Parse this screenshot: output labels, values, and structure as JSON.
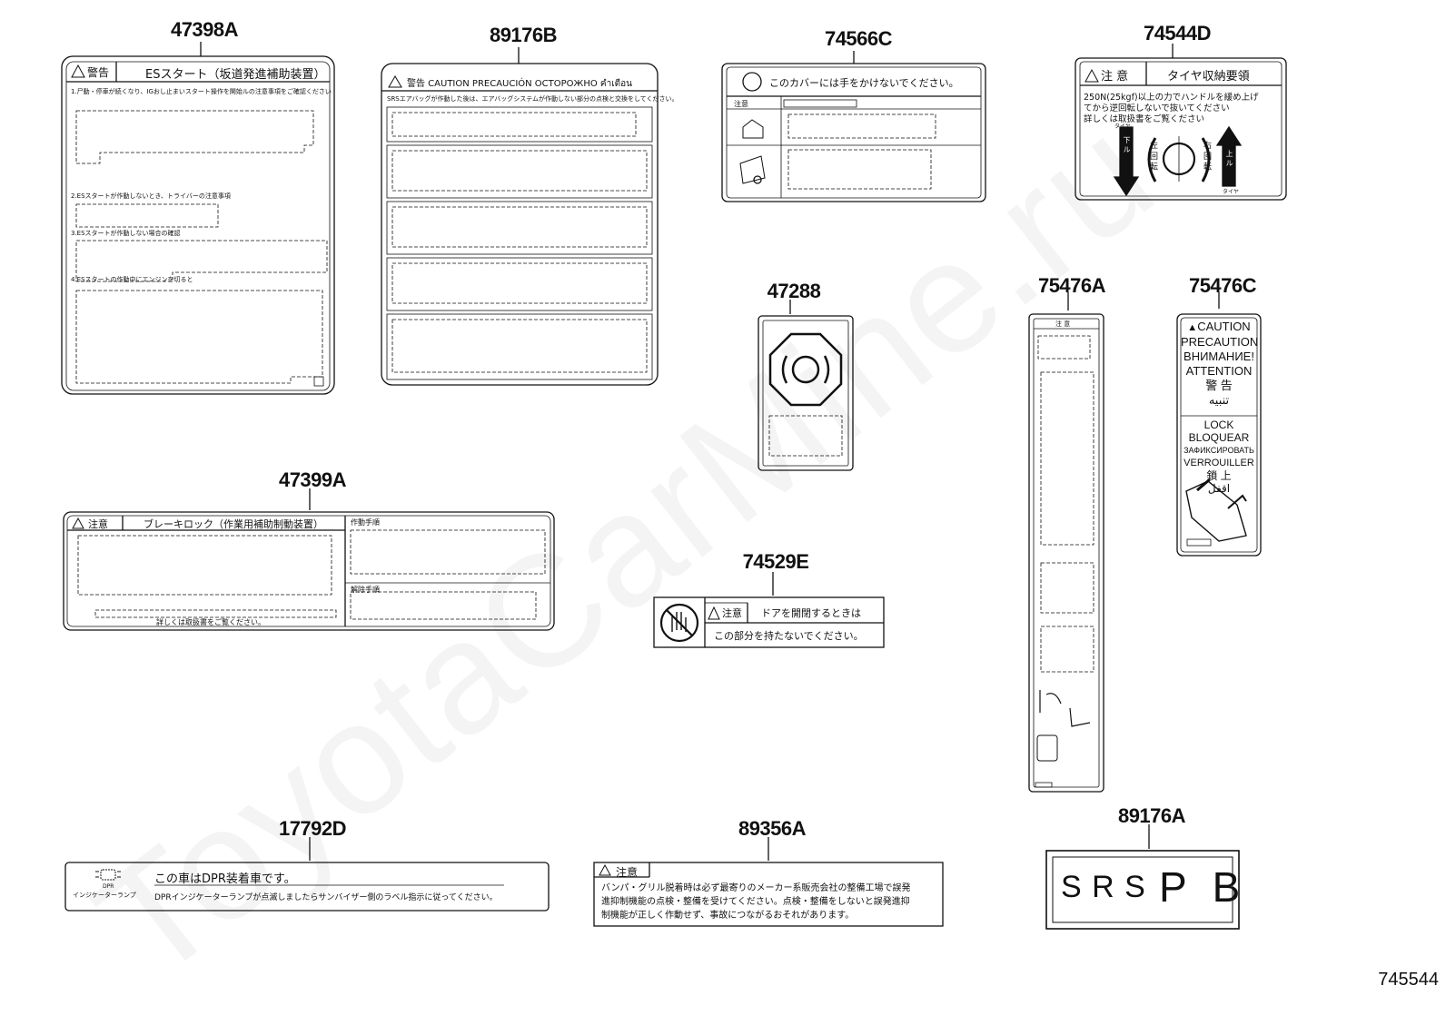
{
  "watermark": "ToyotaCarMine.ru",
  "diagram_id": "745544",
  "labels": [
    {
      "part": "47398A",
      "header": "ESスタート（坂道発進補助装置）",
      "warning": "警告",
      "item1": "1.尸動・停車が続くなり、IGおし止まいスタート操作を開始ルの注意事項をご確認ください",
      "item2": "2.ESスタートが作動しないとき、トライバーの注意事項",
      "item3": "3.ESスタートが作動しない場合の確認",
      "item4": "4.ESスタートの作動中にエンジンを切ると"
    },
    {
      "part": "89176B",
      "header": "警告  CAUTION  PRECAUCIÓN  OCTOPOЖHO  คำเตือน",
      "sub": "SRSエアバッグが作動した後は、エアバッグシステムが作動しない部分の点検と交換をしてください。"
    },
    {
      "part": "74566C",
      "header": "このカバーには手をかけないでください。",
      "caution": "注意"
    },
    {
      "part": "74544D",
      "caution": "注 意",
      "title": "タイヤ収納要領",
      "line1": "250N(25kgf)以上の力でハンドルを緩め上げ",
      "line2": "てから逆回転しないで抜いてください",
      "line3": "詳しくは取扱書をご覧ください",
      "down_top": "タイヤ",
      "down": "下 ル",
      "left_rot": "左 回 転",
      "right_rot": "右 回 転",
      "up": "上 ル",
      "up_bottom": "タイヤ"
    },
    {
      "part": "47288"
    },
    {
      "part": "75476A",
      "caution": "注 意"
    },
    {
      "part": "75476C",
      "lines_top": [
        "CAUTION",
        "PRECAUTION",
        "ВНИМАНИЕ!",
        "ATTENTION",
        "警 告",
        "تنبيه"
      ],
      "lines_bottom": [
        "LOCK",
        "BLOQUEAR",
        "ЗАФИКСИРОВАТЬ",
        "VERROUILLER",
        "鎖 上",
        "اقفل"
      ]
    },
    {
      "part": "47399A",
      "caution": "注意",
      "header": "ブレーキロック（作業用補助制動装置）",
      "right1": "作動手順",
      "right2": "解除手順",
      "footer": "詳しくは取扱書をご覧ください。"
    },
    {
      "part": "74529E",
      "caution": "注意",
      "line1": "ドアを開閉するときは",
      "line2": "この部分を持たないでください。"
    },
    {
      "part": "17792D",
      "line1": "この車はDPR装着車です。",
      "line2": "DPRインジケーターランプが点滅しましたらサンバイザー側のラベル指示に従ってください。",
      "icon_label1": "DPR",
      "icon_label2": "インジケーターランプ"
    },
    {
      "part": "89356A",
      "caution": "注意",
      "line1": "バンパ・グリル脱着時は必ず最寄りのメーカー系販売会社の整備工場で誤発",
      "line2": "進抑制機能の点検・整備を受けてください。点検・整備をしないと誤発進抑",
      "line3": "制機能が正しく作動せず、事故につながるおそれがあります。"
    },
    {
      "part": "89176A",
      "text1": "S R S",
      "text2": "P B"
    }
  ]
}
